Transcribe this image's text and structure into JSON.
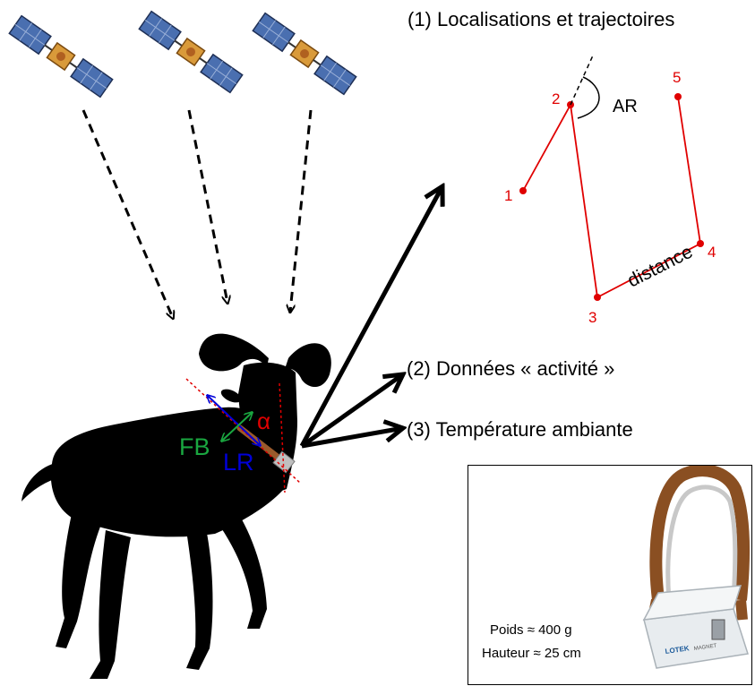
{
  "labels": {
    "locations": "(1) Localisations et trajectoires",
    "activity": "(2) Données « activité »",
    "temperature": "(3) Température ambiante",
    "turn_angle": "AR",
    "distance": "distance",
    "fb": "FB",
    "lr": "LR",
    "alpha": "α"
  },
  "track_points": [
    "1",
    "2",
    "3",
    "4",
    "5"
  ],
  "collar_specs": {
    "weight": "Poids ≈  400 g",
    "height": "Hauteur ≈  25 cm"
  },
  "collar_brand": {
    "brand": "LOTEK",
    "model": "MAGNET"
  },
  "colors": {
    "track": "#e00000",
    "fb_axis": "#1aa640",
    "lr_axis": "#0000d8",
    "alpha": "#e00000",
    "animal": "#000000",
    "collar_strap": "#9a5a2c"
  },
  "icons": [
    "satellite-icon",
    "satellite-icon",
    "satellite-icon",
    "goat-silhouette-icon",
    "gps-collar-icon"
  ]
}
